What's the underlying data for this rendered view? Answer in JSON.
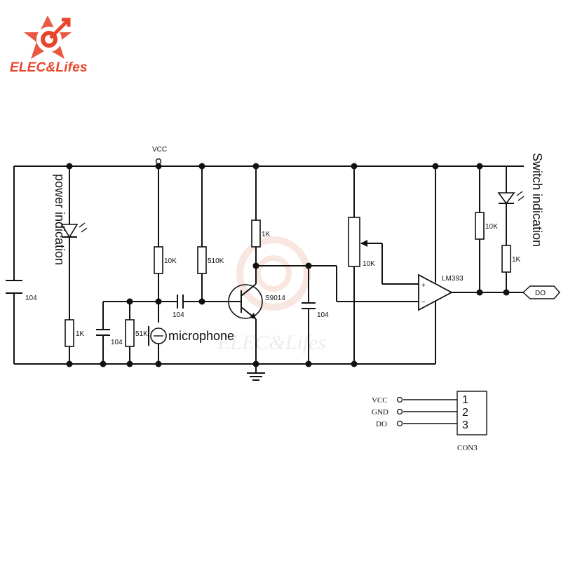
{
  "brand": {
    "name": "ELEC&Lifes",
    "colors": {
      "logo": "#e7462d",
      "watermark": "#f0c8bd"
    }
  },
  "watermark": {
    "text": "ELEC&Lifes"
  },
  "labels": {
    "power_indication": "power indication",
    "switch_indication": "Switch indication",
    "microphone": "microphone",
    "vcc": "VCC",
    "c_left": "104",
    "r_led": "1K",
    "c_mic": "104",
    "r_51k": "51K",
    "r_vcc": "10K",
    "c_coupling": "104",
    "r_bias": "510K",
    "r_collector": "1K",
    "transistor": "S9014",
    "c_emitter": "104",
    "potentiometer": "10K",
    "comparator": "LM393",
    "plus": "+",
    "minus": "−",
    "r_pullup": "10K",
    "r_led2": "1K",
    "output": "DO"
  },
  "connector": {
    "name": "CON3",
    "pins": [
      {
        "label": "VCC",
        "number": "1"
      },
      {
        "label": "GND",
        "number": "2"
      },
      {
        "label": "DO",
        "number": "3"
      }
    ]
  }
}
